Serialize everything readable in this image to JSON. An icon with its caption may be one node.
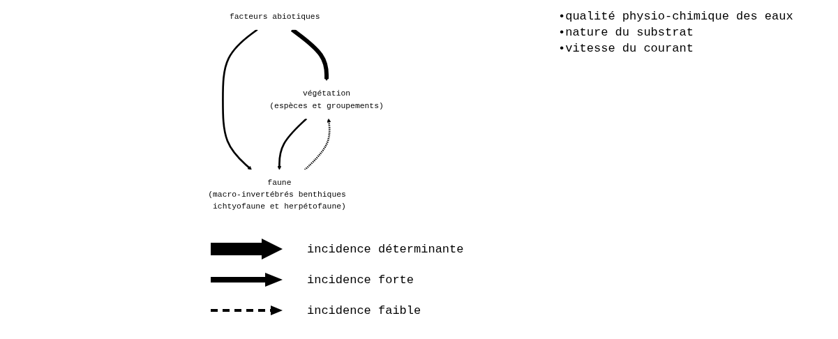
{
  "diagram": {
    "nodes": [
      {
        "text": [
          "facteurs abiotiques"
        ]
      },
      {
        "text": [
          "végétation",
          "(espèces et groupements)"
        ]
      },
      {
        "text": [
          "faune",
          "(macro-invertébrés benthiques ichtyofaune et herpétofaune)"
        ]
      }
    ],
    "edges": [
      {
        "from": 0,
        "to": 1,
        "arrow": "to",
        "style": "thick"
      },
      {
        "from": 0,
        "to": 2,
        "arrow": "to"
      },
      {
        "from": 1,
        "to": 2,
        "arrow": "to"
      },
      {
        "from": 2,
        "to": 1,
        "arrow": "to",
        "style": "dashed"
      }
    ],
    "labels": [
      "•qualité physio-chimique des eaux",
      "•nature du substrat",
      "•vitesse du courant"
    ],
    "legend": [
      {
        "text": "incidence déterminante"
      },
      {
        "text": "incidence forte"
      },
      {
        "text": "incidence faible"
      }
    ]
  }
}
